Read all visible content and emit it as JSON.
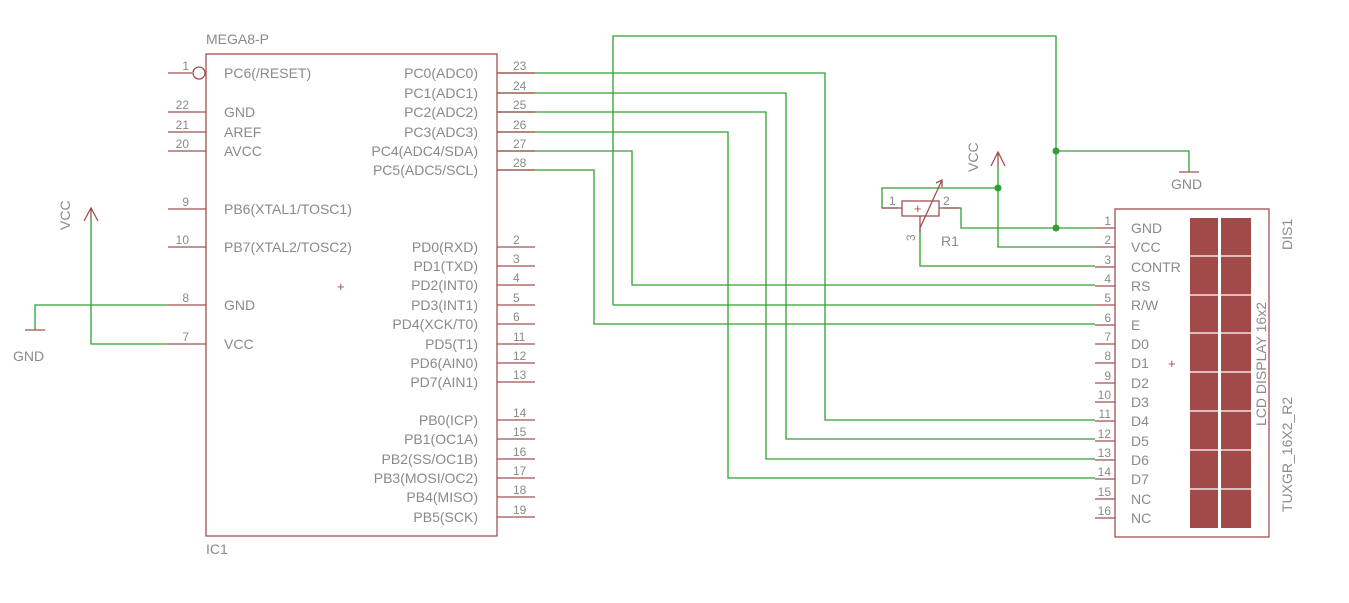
{
  "ic1": {
    "part_name": "MEGA8-P",
    "ref": "IC1",
    "pins_left": [
      {
        "num": "1",
        "name": "PC6(/RESET)"
      },
      {
        "num": "22",
        "name": "GND"
      },
      {
        "num": "21",
        "name": "AREF"
      },
      {
        "num": "20",
        "name": "AVCC"
      },
      {
        "num": "9",
        "name": "PB6(XTAL1/TOSC1)"
      },
      {
        "num": "10",
        "name": "PB7(XTAL2/TOSC2)"
      },
      {
        "num": "8",
        "name": "GND"
      },
      {
        "num": "7",
        "name": "VCC"
      }
    ],
    "pins_right": [
      {
        "num": "23",
        "name": "PC0(ADC0)"
      },
      {
        "num": "24",
        "name": "PC1(ADC1)"
      },
      {
        "num": "25",
        "name": "PC2(ADC2)"
      },
      {
        "num": "26",
        "name": "PC3(ADC3)"
      },
      {
        "num": "27",
        "name": "PC4(ADC4/SDA)"
      },
      {
        "num": "28",
        "name": "PC5(ADC5/SCL)"
      },
      {
        "num": "2",
        "name": "PD0(RXD)"
      },
      {
        "num": "3",
        "name": "PD1(TXD)"
      },
      {
        "num": "4",
        "name": "PD2(INT0)"
      },
      {
        "num": "5",
        "name": "PD3(INT1)"
      },
      {
        "num": "6",
        "name": "PD4(XCK/T0)"
      },
      {
        "num": "11",
        "name": "PD5(T1)"
      },
      {
        "num": "12",
        "name": "PD6(AIN0)"
      },
      {
        "num": "13",
        "name": "PD7(AIN1)"
      },
      {
        "num": "14",
        "name": "PB0(ICP)"
      },
      {
        "num": "15",
        "name": "PB1(OC1A)"
      },
      {
        "num": "16",
        "name": "PB2(SS/OC1B)"
      },
      {
        "num": "17",
        "name": "PB3(MOSI/OC2)"
      },
      {
        "num": "18",
        "name": "PB4(MISO)"
      },
      {
        "num": "19",
        "name": "PB5(SCK)"
      }
    ]
  },
  "dis1": {
    "ref": "DIS1",
    "value": "TUXGR_16X2_R2",
    "inner_label": "LCD DISPLAY 16x2",
    "pins": [
      {
        "num": "1",
        "name": "GND"
      },
      {
        "num": "2",
        "name": "VCC"
      },
      {
        "num": "3",
        "name": "CONTR"
      },
      {
        "num": "4",
        "name": "RS"
      },
      {
        "num": "5",
        "name": "R/W"
      },
      {
        "num": "6",
        "name": "E"
      },
      {
        "num": "7",
        "name": "D0"
      },
      {
        "num": "8",
        "name": "D1"
      },
      {
        "num": "9",
        "name": "D2"
      },
      {
        "num": "10",
        "name": "D3"
      },
      {
        "num": "11",
        "name": "D4"
      },
      {
        "num": "12",
        "name": "D5"
      },
      {
        "num": "13",
        "name": "D6"
      },
      {
        "num": "14",
        "name": "D7"
      },
      {
        "num": "15",
        "name": "NC"
      },
      {
        "num": "16",
        "name": "NC"
      }
    ]
  },
  "r1": {
    "ref": "R1",
    "pin1": "1",
    "pin2": "2",
    "pin3": "3"
  },
  "power": {
    "vcc_left": "VCC",
    "gnd_left": "GND",
    "vcc_pot": "VCC",
    "gnd_right": "GND"
  },
  "origin_marker": "+",
  "colors": {
    "part": "#a05050",
    "wire": "#30a030",
    "text": "#8a8a8a",
    "lcd_fill": "#a24a4a"
  }
}
